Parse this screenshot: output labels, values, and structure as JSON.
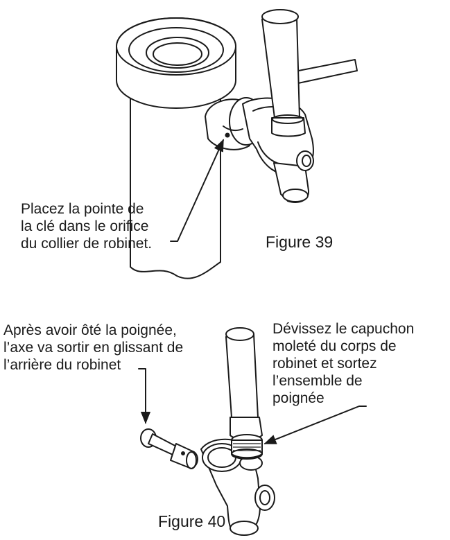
{
  "figure39": {
    "callout": [
      "Placez la pointe de",
      "la clé dans le orifice",
      "du collier de robinet."
    ],
    "caption": "Figure 39"
  },
  "figure40": {
    "callout_left": [
      "Après avoir ôté la poignée,",
      "l’axe va sortir en glissant de",
      "l’arrière du robinet"
    ],
    "callout_right": [
      "Dévissez le capuchon",
      "moleté du corps de",
      "robinet et sortez",
      "l’ensemble de",
      "poignée"
    ],
    "caption": "Figure 40"
  }
}
